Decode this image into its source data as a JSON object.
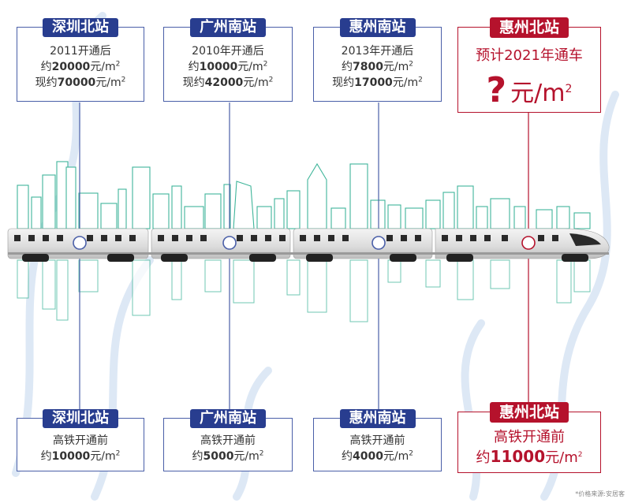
{
  "colors": {
    "primary_blue": "#283d8f",
    "accent_red": "#b5122c",
    "skyline_green": "#3fb59a"
  },
  "top_stations": [
    {
      "name": "深圳北站",
      "opened": "2011开通后",
      "after_prefix": "约",
      "after_value": "20000",
      "now_prefix": "现约",
      "now_value": "70000",
      "unit": "元/m"
    },
    {
      "name": "广州南站",
      "opened": "2010年开通后",
      "after_prefix": "约",
      "after_value": "10000",
      "now_prefix": "现约",
      "now_value": "42000",
      "unit": "元/m"
    },
    {
      "name": "惠州南站",
      "opened": "2013年开通后",
      "after_prefix": "约",
      "after_value": "7800",
      "now_prefix": "现约",
      "now_value": "17000",
      "unit": "元/m"
    }
  ],
  "featured_station": {
    "name": "惠州北站",
    "expected_open": "预计2021年通车",
    "question": "?",
    "unit": "元/m",
    "pre_label": "高铁开通前",
    "pre_prefix": "约",
    "pre_value": "11000"
  },
  "bottom_stations": [
    {
      "name": "深圳北站",
      "label": "高铁开通前",
      "prefix": "约",
      "value": "10000",
      "unit": "元/m"
    },
    {
      "name": "广州南站",
      "label": "高铁开通前",
      "prefix": "约",
      "value": "5000",
      "unit": "元/m"
    },
    {
      "name": "惠州南站",
      "label": "高铁开通前",
      "prefix": "约",
      "value": "4000",
      "unit": "元/m"
    }
  ],
  "unit_exponent": "2",
  "source_note": "*价格来源:安居客"
}
